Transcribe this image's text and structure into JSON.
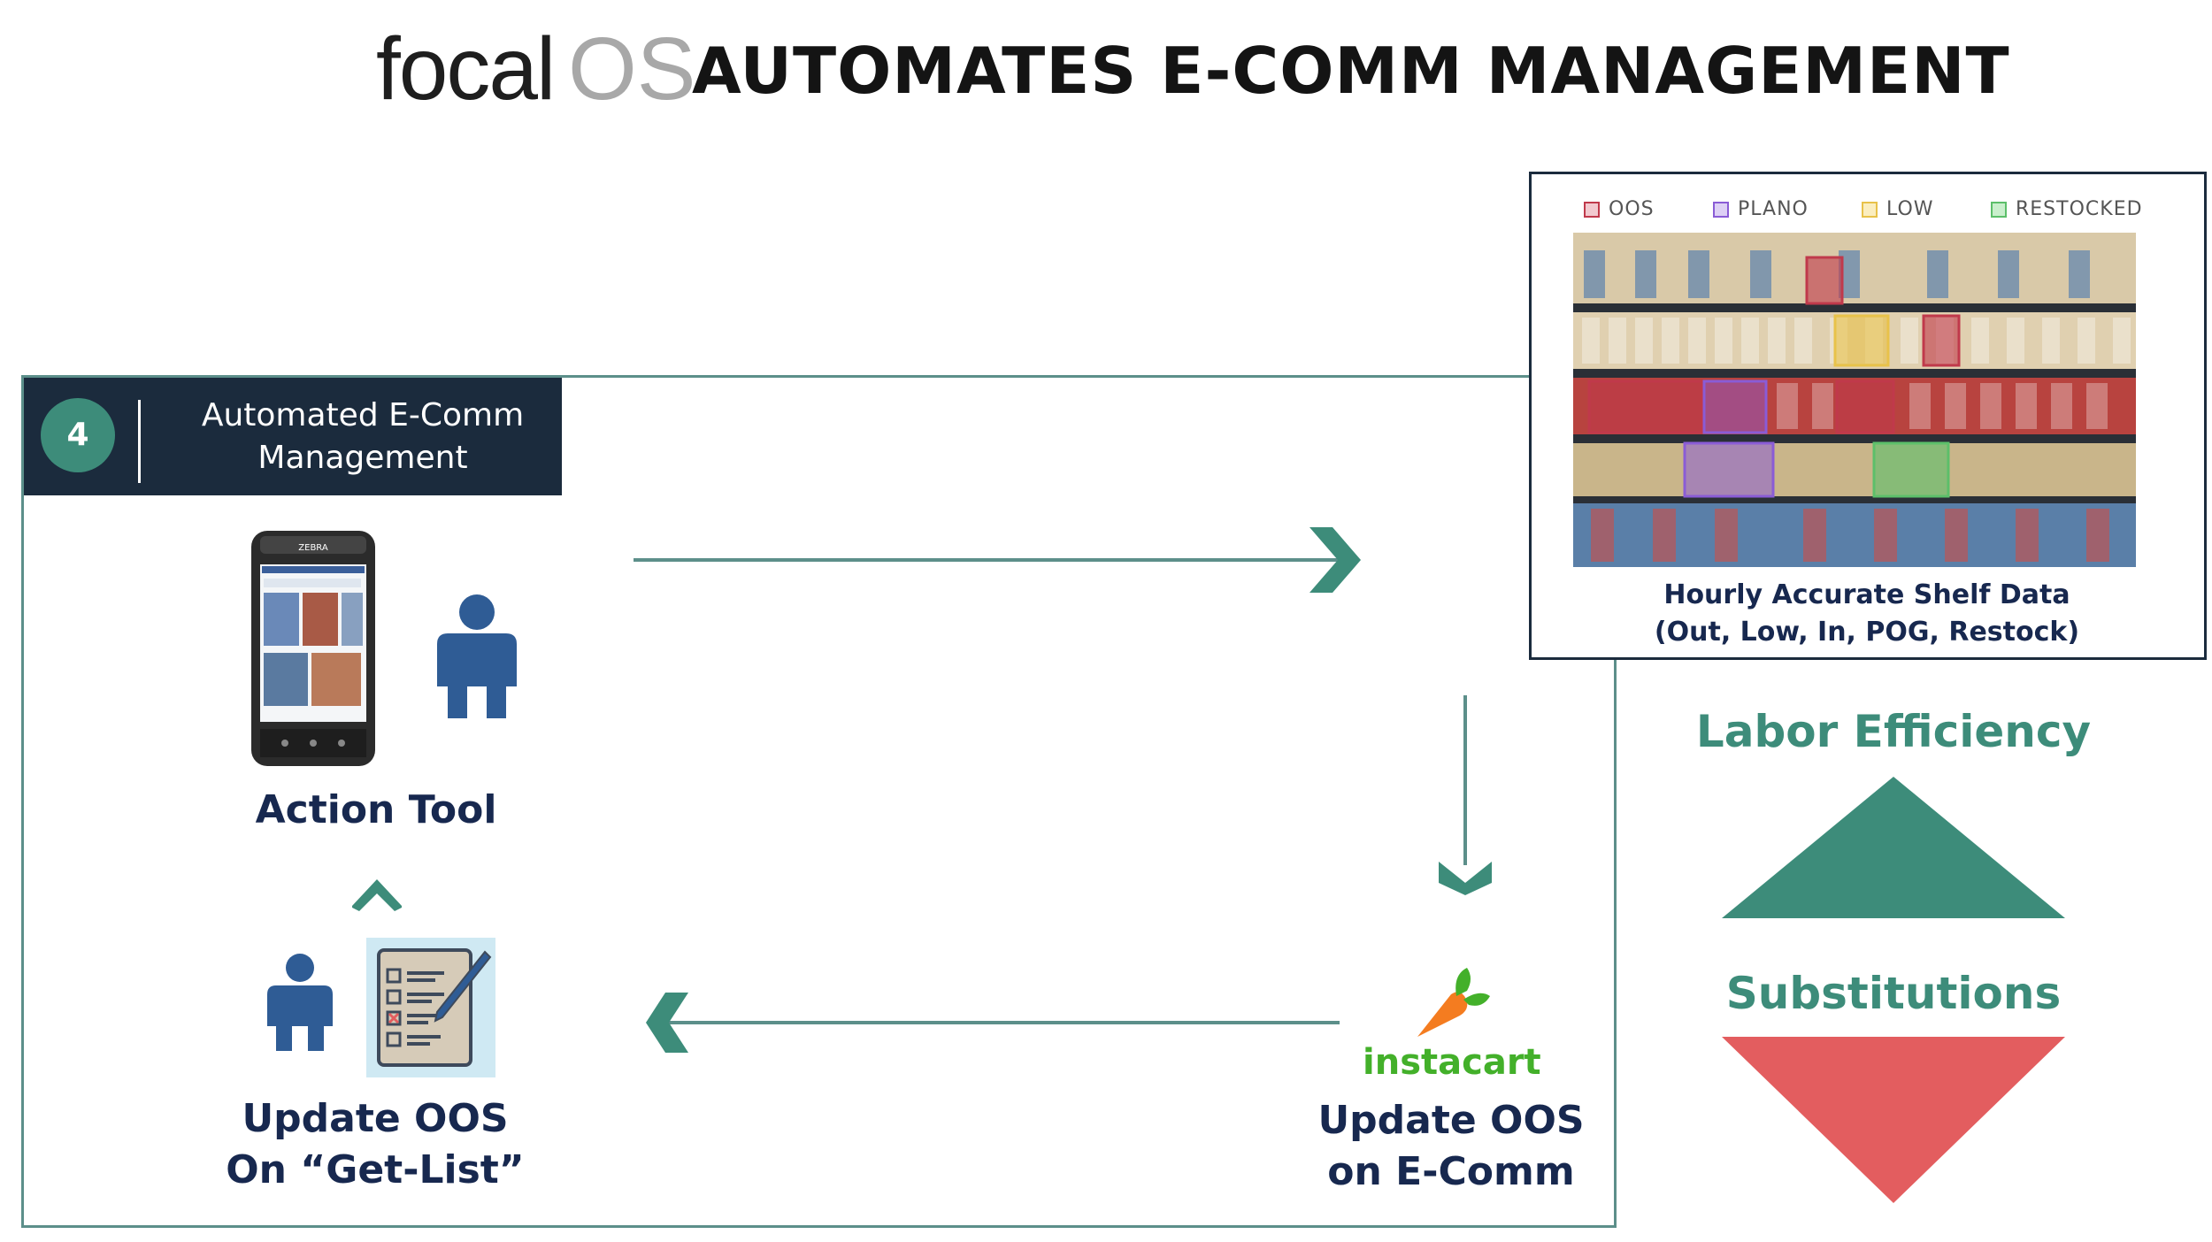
{
  "header": {
    "logo_focal": "focal",
    "logo_os": "OS",
    "title": "AUTOMATES E-COMM MANAGEMENT"
  },
  "step": {
    "number": "4",
    "label_line1": "Automated E-Comm",
    "label_line2": "Management"
  },
  "shelf_panel": {
    "legend": [
      {
        "label": "OOS",
        "color": "#c0394b"
      },
      {
        "label": "PLANO",
        "color": "#8a5cd6"
      },
      {
        "label": "LOW",
        "color": "#e8c24a"
      },
      {
        "label": "RESTOCKED",
        "color": "#5cbf6a"
      }
    ],
    "caption_line1": "Hourly Accurate Shelf Data",
    "caption_line2": "(Out, Low, In, POG, Restock)"
  },
  "nodes": {
    "action_tool": "Action Tool",
    "update_getlist_line1": "Update OOS",
    "update_getlist_line2": "On “Get-List”",
    "update_ecomm_line1": "Update OOS",
    "update_ecomm_line2": "on E-Comm",
    "instacart": "instacart",
    "phone_brand": "ZEBRA"
  },
  "side": {
    "labor_efficiency": "Labor Efficiency",
    "substitutions": "Substitutions"
  },
  "colors": {
    "navy": "#17284f",
    "teal": "#3d8c7a",
    "red": "#e35d5f",
    "frame": "#5c8f8a"
  }
}
